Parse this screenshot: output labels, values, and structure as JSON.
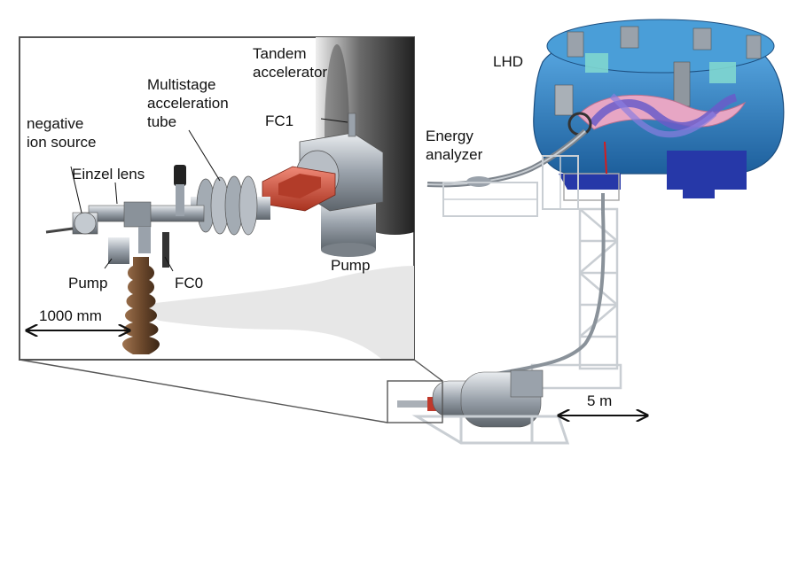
{
  "labels": {
    "lhd": "LHD",
    "tandem_line1": "Tandem",
    "tandem_line2": "accelerator",
    "multistage_line1": "Multistage",
    "multistage_line2": "acceleration",
    "multistage_line3": "tube",
    "fc1": "FC1",
    "negative_line1": "negative",
    "negative_line2": "ion source",
    "einzel": "Einzel lens",
    "pump_inset_right": "Pump",
    "pump_inset_left": "Pump",
    "fc0": "FC0",
    "scale_inset": "1000 mm",
    "energy_line1": "Energy",
    "energy_line2": "analyzer",
    "scale_main": "5 m"
  },
  "colors": {
    "lhd_blue": "#2f86c8",
    "lhd_dark_blue": "#2638a8",
    "coil_purple": "#7c6fd6",
    "plasma_pink": "#e7a6c4",
    "magnet_red": "#c94a3a",
    "insulator_brown": "#6e4a2d",
    "metal_gray": "#9aa2ab",
    "frame_gray": "#d9dde2",
    "tank_dark": "#3a3a3a",
    "beam_red": "#d61c1c"
  }
}
